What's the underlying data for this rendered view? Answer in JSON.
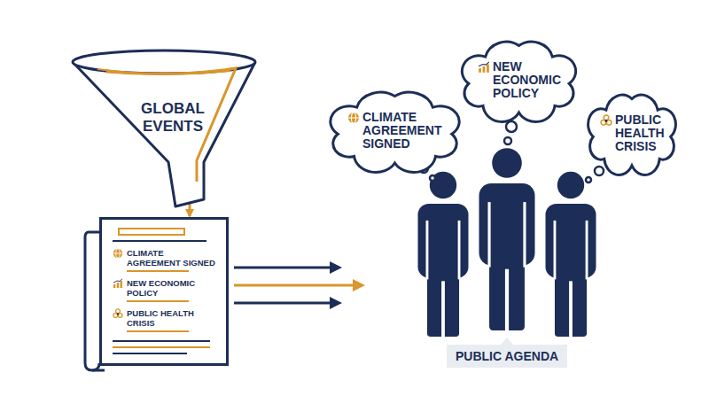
{
  "diagram": {
    "nodes": [
      {
        "text": [
          "GLOBAL EVENTS"
        ]
      },
      {
        "text": [
          "CLIMATE AGREEMENT SIGNED",
          "NEW ECONOMIC POLICY",
          "PUBLIC HEALTH CRISIS"
        ]
      },
      {
        "text": [
          "CLIMATE AGREEMENT SIGNED"
        ]
      },
      {
        "text": [
          "NEW ECONOMIC POLICY"
        ]
      },
      {
        "text": [
          "PUBLIC HEALTH CRISIS"
        ]
      },
      {
        "text": [
          "PUBLIC AGENDA"
        ]
      }
    ],
    "edges": [
      {
        "from": 0,
        "to": 1,
        "arrow": "to"
      }
    ]
  }
}
